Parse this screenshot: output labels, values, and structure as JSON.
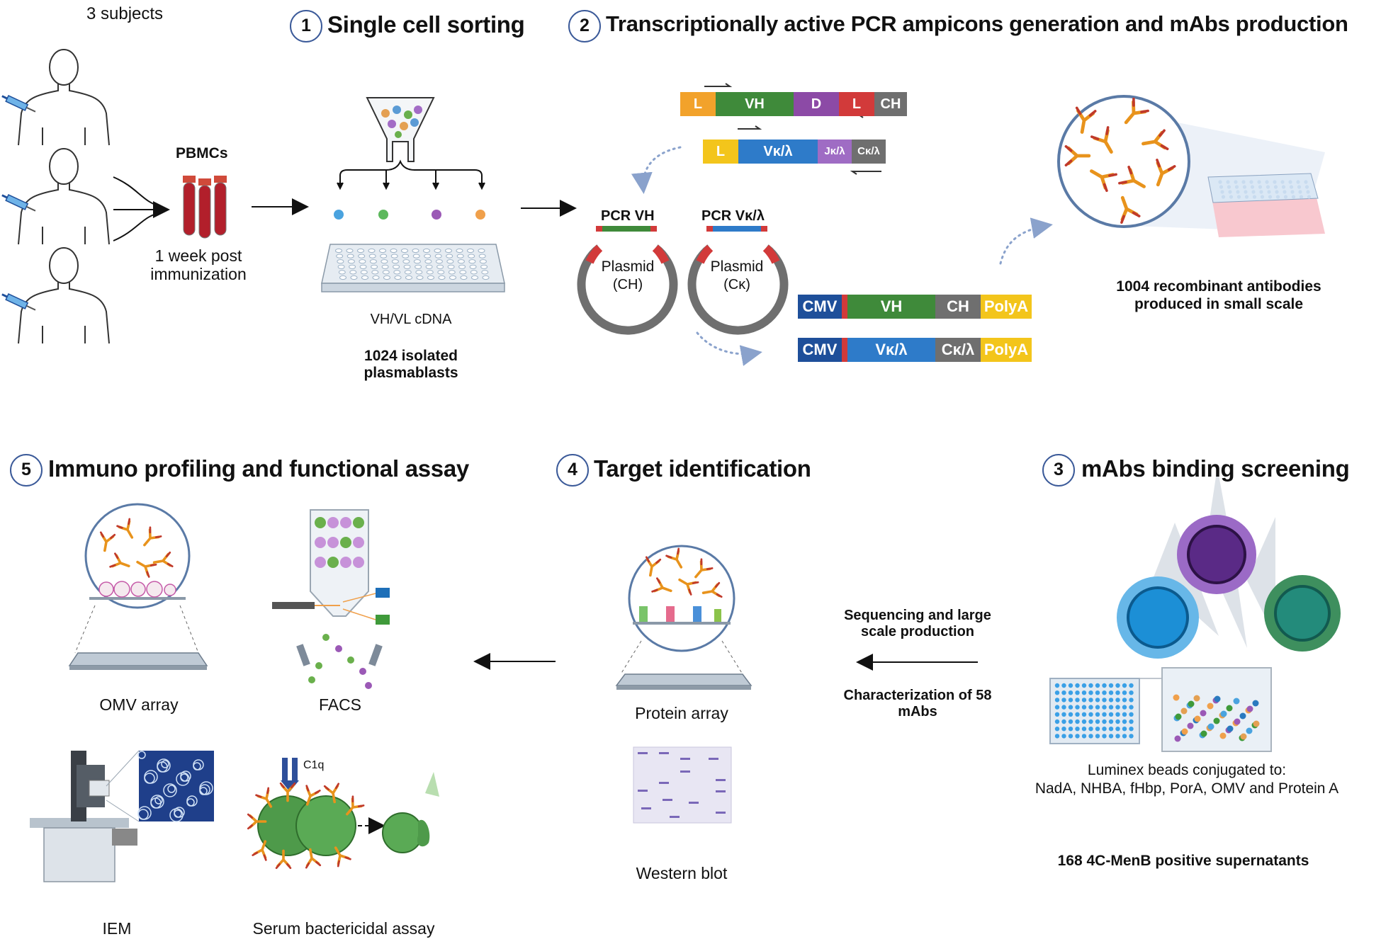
{
  "colors": {
    "leader": "#f2a22b",
    "vh": "#3f8a3a",
    "d": "#8c4aa6",
    "l2": "#d23a3a",
    "ch": "#6f6f6f",
    "vk": "#2e7bc9",
    "jk": "#9f6cc4",
    "cmv": "#1e4f9a",
    "polya": "#f3c51b",
    "accent": "#3b5a99"
  },
  "header": {
    "subjects": "3 subjects",
    "pbmcs": "PBMCs",
    "post_immunization_1": "1 week post",
    "post_immunization_2": "immunization"
  },
  "steps": {
    "s1": {
      "num": "1",
      "title": "Single cell sorting"
    },
    "s2": {
      "num": "2",
      "title": "Transcriptionally active PCR ampicons generation and mAbs production"
    },
    "s3": {
      "num": "3",
      "title": "mAbs binding screening"
    },
    "s4": {
      "num": "4",
      "title": "Target identification"
    },
    "s5": {
      "num": "5",
      "title": "Immuno profiling and functional assay"
    }
  },
  "sorting": {
    "cdna_label": "VH/VL cDNA",
    "isolated_1": "1024 isolated",
    "isolated_2": "plasmablasts"
  },
  "pcr": {
    "heavy_segments": {
      "l": "L",
      "vh": "VH",
      "d": "D",
      "l2": "L",
      "ch": "CH"
    },
    "light_segments": {
      "l": "L",
      "vk": "Vκ/λ",
      "jk": "Jκ/λ",
      "ck": "Cκ/λ"
    },
    "pcr_vh": "PCR VH",
    "pcr_vk": "PCR Vκ/λ",
    "plasmid_ch_1": "Plasmid",
    "plasmid_ch_2": "(CH)",
    "plasmid_ck_1": "Plasmid",
    "plasmid_ck_2": "(Cκ)",
    "construct_h": {
      "cmv": "CMV",
      "v": "VH",
      "c": "CH",
      "polya": "PolyA"
    },
    "construct_l": {
      "cmv": "CMV",
      "v": "Vκ/λ",
      "c": "Cκ/λ",
      "polya": "PolyA"
    }
  },
  "production": {
    "line1": "1004 recombinant antibodies",
    "line2": "produced in small scale"
  },
  "screening": {
    "luminex_1": "Luminex beads conjugated to:",
    "luminex_2": "NadA, NHBA, fHbp, PorA, OMV and Protein A",
    "positive": "168 4C-MenB positive supernatants",
    "seq_1": "Sequencing and large",
    "seq_2": "scale production",
    "char_1": "Characterization of 58",
    "char_2": "mAbs"
  },
  "target": {
    "protein_array": "Protein array",
    "western_blot": "Western blot"
  },
  "profiling": {
    "omv_array": "OMV array",
    "facs": "FACS",
    "iem": "IEM",
    "sba": "Serum bactericidal assay",
    "c1q": "C1q"
  }
}
